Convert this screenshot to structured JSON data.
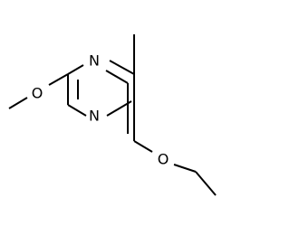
{
  "molecule": {
    "atoms": [
      {
        "id": "n1",
        "label": "N"
      },
      {
        "id": "n3",
        "label": "N"
      },
      {
        "id": "o_methoxy",
        "label": "O"
      },
      {
        "id": "o_ethoxy",
        "label": "O"
      }
    ],
    "colors": {
      "bond": "#000000",
      "label": "#000000",
      "background": "#ffffff"
    }
  }
}
